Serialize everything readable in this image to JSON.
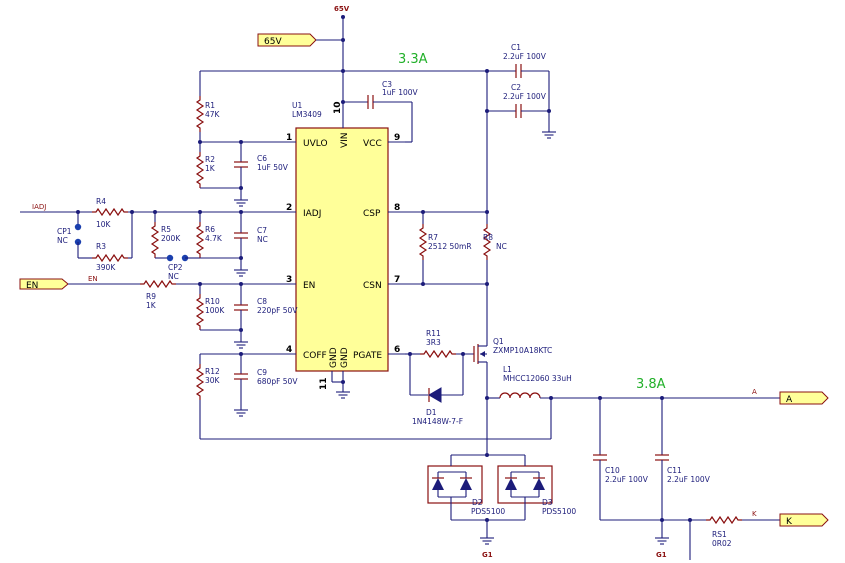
{
  "supply": {
    "net_top": "65V",
    "port": "65V"
  },
  "currents": {
    "input": "3.3A",
    "output": "3.8A"
  },
  "ic": {
    "ref": "U1",
    "part": "LM3409",
    "pins": {
      "uvlo": "UVLO",
      "iadj": "IADJ",
      "en": "EN",
      "coff": "COFF",
      "vin": "VIN",
      "vcc": "VCC",
      "csp": "CSP",
      "csn": "CSN",
      "pgate": "PGATE",
      "gnd1": "GND",
      "gnd2": "GND"
    },
    "pin_numbers": {
      "p1": "1",
      "p2": "2",
      "p3": "3",
      "p4": "4",
      "p6": "6",
      "p7": "7",
      "p8": "8",
      "p9": "9",
      "p10": "10",
      "p11": "11"
    }
  },
  "components": {
    "r1": {
      "ref": "R1",
      "val": "47K"
    },
    "r2": {
      "ref": "R2",
      "val": "1K"
    },
    "c6": {
      "ref": "C6",
      "val": "1uF 50V"
    },
    "r4": {
      "ref": "R4",
      "val": "10K"
    },
    "r3": {
      "ref": "R3",
      "val": "390K"
    },
    "cp1": {
      "ref": "CP1",
      "val": "NC"
    },
    "r5": {
      "ref": "R5",
      "val": "200K"
    },
    "r6": {
      "ref": "R6",
      "val": "4.7K"
    },
    "cp2": {
      "ref": "CP2",
      "val": "NC"
    },
    "c7": {
      "ref": "C7",
      "val": "NC"
    },
    "r9": {
      "ref": "R9",
      "val": "1K"
    },
    "r10": {
      "ref": "R10",
      "val": "100K"
    },
    "c8": {
      "ref": "C8",
      "val": "220pF 50V"
    },
    "r12": {
      "ref": "R12",
      "val": "30K"
    },
    "c9": {
      "ref": "C9",
      "val": "680pF 50V"
    },
    "c3": {
      "ref": "C3",
      "val": "1uF 100V"
    },
    "c1": {
      "ref": "C1",
      "val": "2.2uF 100V"
    },
    "c2": {
      "ref": "C2",
      "val": "2.2uF 100V"
    },
    "r7": {
      "ref": "R7",
      "val": "2512 50mR"
    },
    "r8": {
      "ref": "R8",
      "val": "NC"
    },
    "r11": {
      "ref": "R11",
      "val": "3R3"
    },
    "d1": {
      "ref": "D1",
      "val": "1N4148W-7-F"
    },
    "q1": {
      "ref": "Q1",
      "val": "ZXMP10A18KTC"
    },
    "l1": {
      "ref": "L1",
      "val": "MHCC12060 33uH"
    },
    "d2": {
      "ref": "D2",
      "val": "PDS5100"
    },
    "d3": {
      "ref": "D3",
      "val": "PDS5100"
    },
    "c10": {
      "ref": "C10",
      "val": "2.2uF 100V"
    },
    "c11": {
      "ref": "C11",
      "val": "2.2uF 100V"
    },
    "rs1": {
      "ref": "RS1",
      "val": "0R02"
    }
  },
  "nets": {
    "iadj": "IADJ",
    "en": "EN",
    "a": "A",
    "k": "K",
    "g1a": "G1",
    "g1b": "G1"
  },
  "ports": {
    "en": "EN",
    "a": "A",
    "k": "K"
  },
  "colors": {
    "wire": "#1c1c7a",
    "part": "#8a1010",
    "ic_fill": "#ffff99",
    "port_fill": "#ffff99",
    "current": "#22b02a"
  }
}
